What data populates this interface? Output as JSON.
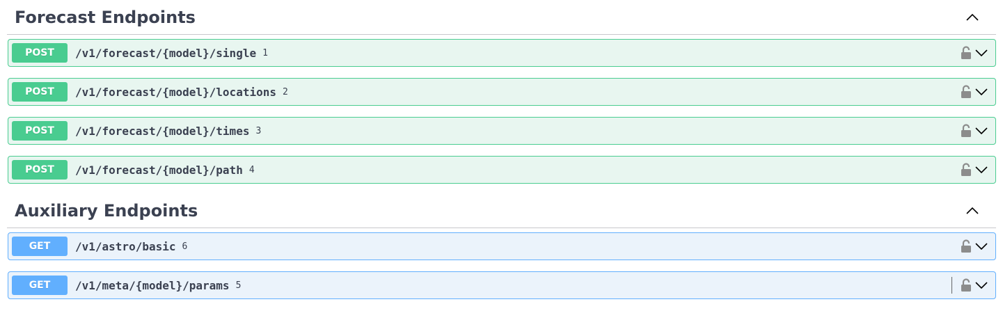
{
  "colors": {
    "post_accent": "#49cc90",
    "post_bg": "#e8f6f0",
    "get_accent": "#61affe",
    "get_bg": "#ebf3fb",
    "text": "#3b4151"
  },
  "sections": [
    {
      "title": "Forecast Endpoints",
      "expanded": true,
      "operations": [
        {
          "method": "POST",
          "path": "/v1/forecast/{model}/single",
          "id": "1"
        },
        {
          "method": "POST",
          "path": "/v1/forecast/{model}/locations",
          "id": "2"
        },
        {
          "method": "POST",
          "path": "/v1/forecast/{model}/times",
          "id": "3"
        },
        {
          "method": "POST",
          "path": "/v1/forecast/{model}/path",
          "id": "4"
        }
      ]
    },
    {
      "title": "Auxiliary Endpoints",
      "expanded": true,
      "operations": [
        {
          "method": "GET",
          "path": "/v1/astro/basic",
          "id": "6"
        },
        {
          "method": "GET",
          "path": "/v1/meta/{model}/params",
          "id": "5"
        }
      ]
    }
  ],
  "icons": {
    "collapse": "chevron-up-icon",
    "lock": "unlocked-padlock-icon",
    "expand": "chevron-down-icon"
  }
}
